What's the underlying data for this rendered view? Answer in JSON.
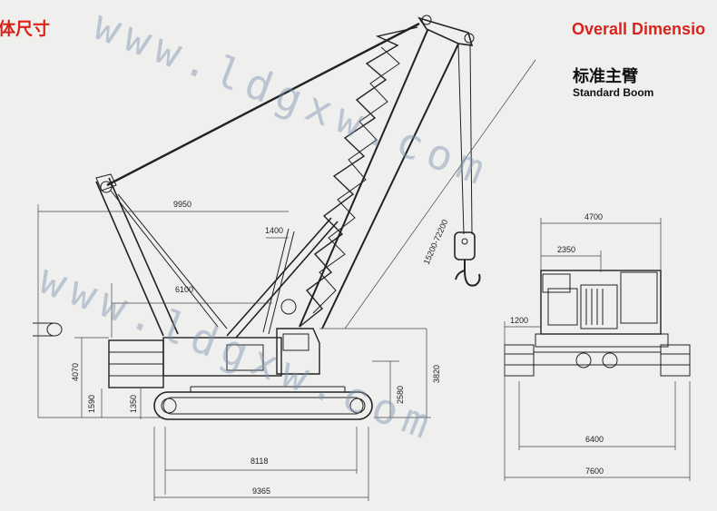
{
  "titles": {
    "cn_left": "体尺寸",
    "en_right": "Overall Dimensio",
    "sub_cn": "标准主臂",
    "sub_en": "Standard Boom"
  },
  "watermark": "www.ldgxw.com",
  "side_view_dims": {
    "d9950": "9950",
    "d1400": "1400",
    "d6100": "6100",
    "d4070": "4070",
    "d1590": "1590",
    "d1350": "1350",
    "d2580": "2580",
    "d3820": "3820",
    "d8118": "8118",
    "d9365": "9365",
    "boom": "15200-72200"
  },
  "rear_view_dims": {
    "d4700": "4700",
    "d2350": "2350",
    "d1200": "1200",
    "d6400": "6400",
    "d7600": "7600"
  },
  "colors": {
    "title_red": "#d9231c",
    "line": "#222222",
    "bg": "#efefed",
    "watermark": "#7c93b0"
  }
}
